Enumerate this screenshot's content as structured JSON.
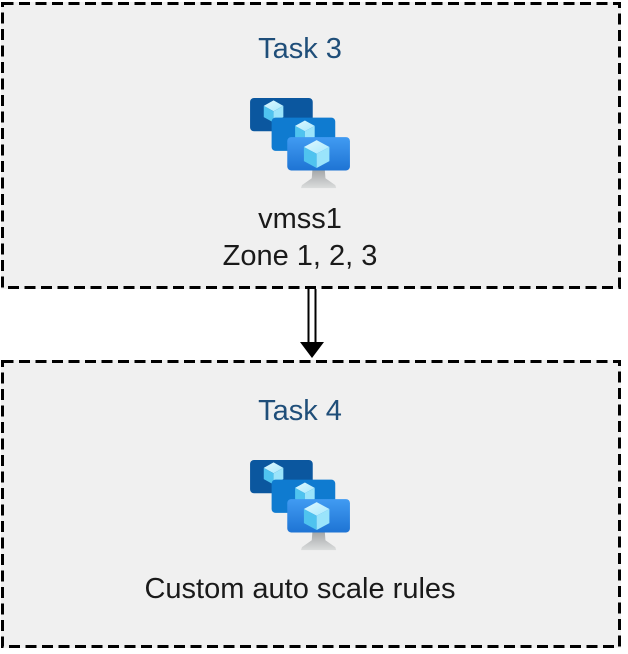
{
  "diagram": {
    "boxes": [
      {
        "title": "Task 3",
        "caption_line1": "vmss1",
        "caption_line2": "Zone 1, 2, 3",
        "icon": "virtual-machine-scale-sets-icon"
      },
      {
        "title": "Task 4",
        "caption_line1": "Custom auto scale rules",
        "icon": "virtual-machine-scale-sets-icon"
      }
    ],
    "connector": {
      "style": "double-line-arrow",
      "direction": "down",
      "color": "#000000"
    },
    "colors": {
      "page_background": "#FFFFFF",
      "box_background": "#F0F0F0",
      "box_border": "#000000",
      "title_text": "#1F4E79",
      "body_text": "#1A1A1A",
      "monitor_back": "#0B579F",
      "monitor_middle": "#0F7BD0",
      "monitor_front_top": "#419BF2",
      "monitor_front_bottom": "#1E74D4",
      "cube_top": "#C9F0FF",
      "cube_left": "#4FC3EF",
      "cube_right": "#9AE4FB",
      "stand_top": "#97999B",
      "stand_bottom": "#DBDDDD"
    }
  }
}
